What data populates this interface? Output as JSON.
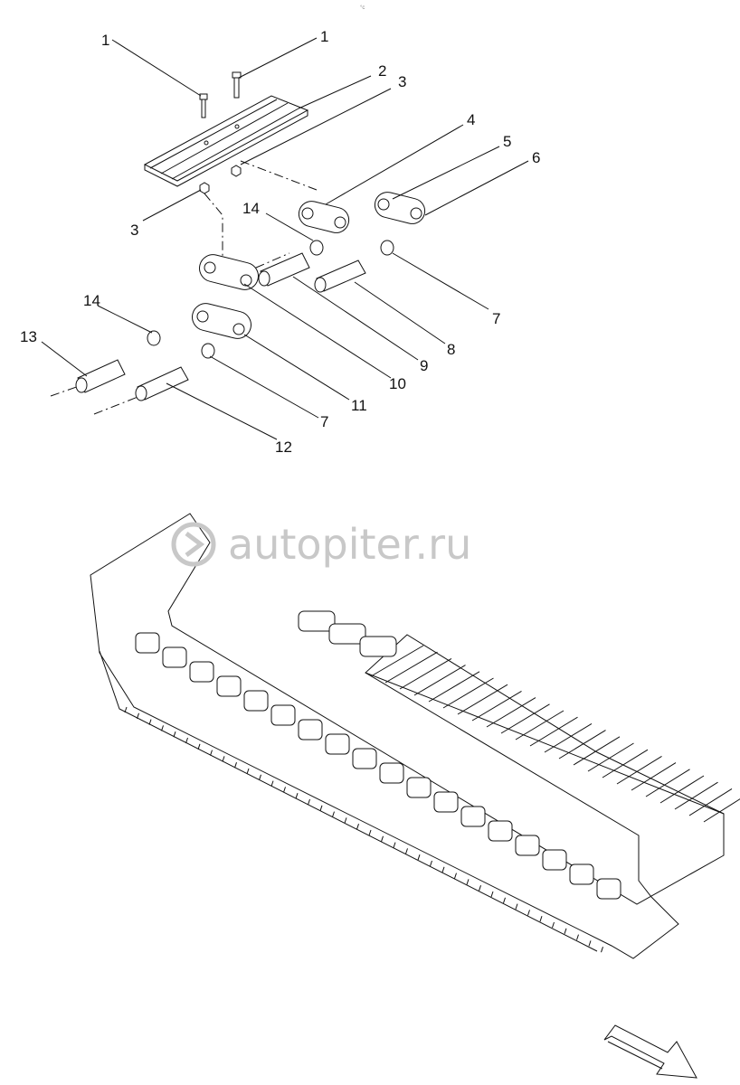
{
  "header_mark": "°c  ",
  "watermark": "autopiter.ru",
  "callouts": [
    "1",
    "1",
    "2",
    "3",
    "3",
    "4",
    "5",
    "6",
    "7",
    "7",
    "8",
    "9",
    "10",
    "11",
    "12",
    "13",
    "14",
    "14"
  ],
  "icons": {
    "watermark_logo": "autopiter-logo-icon",
    "direction": "direction-arrow-icon"
  },
  "colors": {
    "line": "#111111",
    "watermark": "#c8c8c8",
    "background": "#ffffff"
  }
}
